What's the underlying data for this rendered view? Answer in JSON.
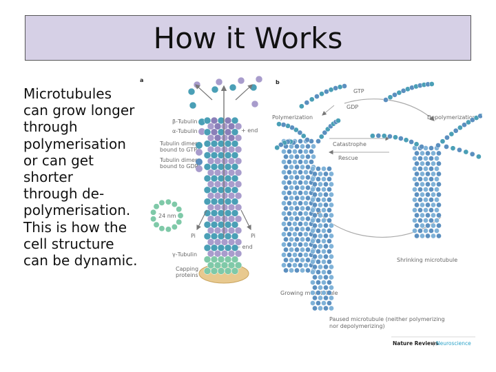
{
  "slide": {
    "title": "How it Works",
    "body_lines": [
      "Microtubules",
      "can grow longer",
      "through",
      "polymerisation",
      "or can get",
      "shorter",
      "through de-",
      "polymerisation.",
      "This is how the",
      "cell structure",
      "can be dynamic."
    ]
  },
  "figure": {
    "panel_a": {
      "letter": "a",
      "plus_end": "+ end",
      "minus_end": "– end",
      "pi_left": "Pi",
      "pi_right": "Pi",
      "ring_label": "24 nm",
      "legend": {
        "beta": "β-Tubulin",
        "alpha": "α-Tubulin",
        "gtp_line1": "Tubulin dimer",
        "gtp_line2": "bound to GTP",
        "gdp_line1": "Tubulin dimer",
        "gdp_line2": "bound to GDP"
      },
      "gamma_tubulin": "γ-Tubulin",
      "capping_line1": "Capping",
      "capping_line2": "proteins"
    },
    "panel_b": {
      "letter": "b",
      "polymerization": "Polymerization",
      "depolymerization": "Depolymerization",
      "gtp": "GTP",
      "gdp": "GDP",
      "catastrophe": "Catastrophe",
      "rescue": "Rescue",
      "growing": "Growing microtubule",
      "shrinking": "Shrinking microtubule",
      "paused_line1": "Paused microtubule (neither polymerizing",
      "paused_line2": "nor depolymerizing)"
    },
    "credit": {
      "journal": "Nature Reviews",
      "section": "Neuroscience"
    }
  },
  "colors": {
    "title_bg": "#d6d0e6",
    "beta_tubulin": "#4a9fb6",
    "alpha_tubulin": "#a89ccc",
    "gdp_dimer": "#5b8fbf",
    "gamma_tubulin": "#7fc9a8",
    "cap": "#e8c98f",
    "credit_accent": "#2aa2c8"
  }
}
